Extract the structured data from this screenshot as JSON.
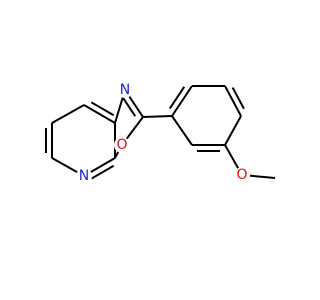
{
  "molecule": {
    "colors": {
      "bond": "#000000",
      "nitrogen": "#1f1fe0",
      "oxygen": "#e01010",
      "background": "#ffffff"
    },
    "atoms": [
      {
        "id": "N1",
        "label": "N",
        "element": "nitrogen"
      },
      {
        "id": "O1",
        "label": "O",
        "element": "oxygen"
      },
      {
        "id": "N2",
        "label": "N",
        "element": "nitrogen"
      },
      {
        "id": "O2",
        "label": "O",
        "element": "oxygen"
      }
    ]
  }
}
